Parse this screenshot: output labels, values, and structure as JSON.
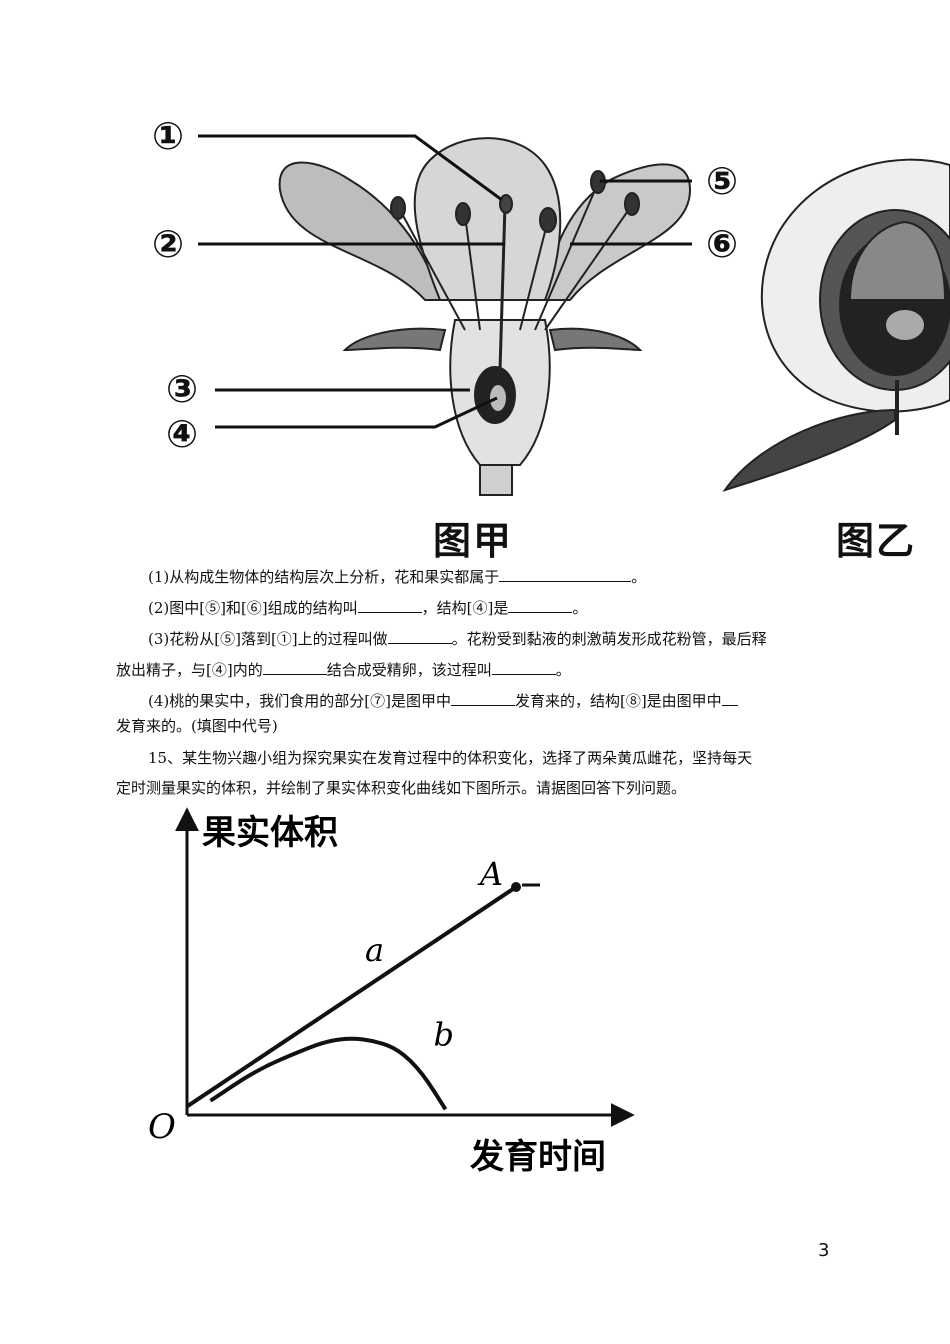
{
  "figure_jia": {
    "caption": "图甲",
    "labels": [
      "①",
      "②",
      "③",
      "④",
      "⑤",
      "⑥"
    ]
  },
  "figure_yi": {
    "caption": "图乙"
  },
  "questions": {
    "q1": {
      "prefix": "(1)从构成生物体的结构层次上分析，花和果实都属于",
      "suffix": "。"
    },
    "q2": {
      "prefix": "(2)图中[⑤]和[⑥]组成的结构叫",
      "middle": "，结构[④]是",
      "suffix": "。"
    },
    "q3_line1": {
      "prefix": "(3)花粉从[⑤]落到[①]上的过程叫做",
      "suffix": "。花粉受到黏液的刺激萌发形成花粉管，最后释"
    },
    "q3_line2": {
      "prefix": "放出精子，与[④]内的",
      "middle": "结合成受精卵，该过程叫",
      "suffix": "。"
    },
    "q4_line1": {
      "prefix": "(4)桃的果实中，我们食用的部分[⑦]是图甲中",
      "suffix": "发育来的，结构[⑧]是由图甲中"
    },
    "q4_line2": {
      "text": "发育来的。(填图中代号)"
    },
    "q15_line1": {
      "text": "15、某生物兴趣小组为探究果实在发育过程中的体积变化，选择了两朵黄瓜雌花，坚持每天"
    },
    "q15_line2": {
      "text": "定时测量果实的体积，并绘制了果实体积变化曲线如下图所示。请据图回答下列问题。"
    }
  },
  "chart_data": {
    "type": "line",
    "ylabel": "果实体积",
    "xlabel": "发育时间",
    "origin_label": "O",
    "point_label": "A",
    "series": [
      {
        "name": "a",
        "x": [
          0,
          1,
          2,
          3,
          4,
          5,
          6,
          7
        ],
        "y": [
          0.3,
          1.4,
          2.5,
          3.6,
          4.7,
          5.8,
          6.9,
          8.0
        ]
      },
      {
        "name": "b",
        "x": [
          0.5,
          1.5,
          2.5,
          3.0,
          3.5,
          4.0,
          4.5,
          5.0,
          5.5
        ],
        "y": [
          0.5,
          1.6,
          2.3,
          2.6,
          2.7,
          2.6,
          2.3,
          1.5,
          0.2
        ]
      }
    ],
    "xlim": [
      0,
      9
    ],
    "ylim": [
      0,
      10
    ],
    "grid": false
  },
  "page": {
    "number": "3"
  }
}
